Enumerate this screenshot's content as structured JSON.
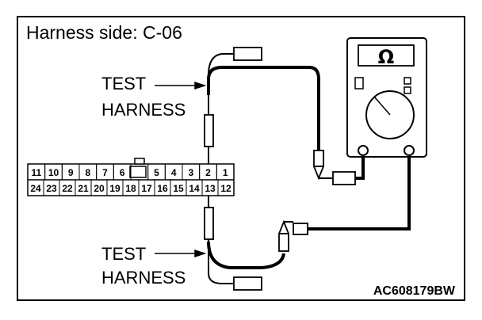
{
  "title": "Harness side: C-06",
  "labels": {
    "test_harness_top_1": "TEST",
    "test_harness_top_2": "HARNESS",
    "test_harness_bottom_1": "TEST",
    "test_harness_bottom_2": "HARNESS"
  },
  "figure_code": "AC608179BW",
  "meter_symbol": "Ω",
  "connector": {
    "top_row": [
      "11",
      "10",
      "9",
      "8",
      "7",
      "6",
      "",
      "5",
      "4",
      "3",
      "2",
      "1"
    ],
    "bottom_row": [
      "24",
      "23",
      "22",
      "21",
      "20",
      "19",
      "18",
      "17",
      "16",
      "15",
      "14",
      "13",
      "12"
    ]
  }
}
